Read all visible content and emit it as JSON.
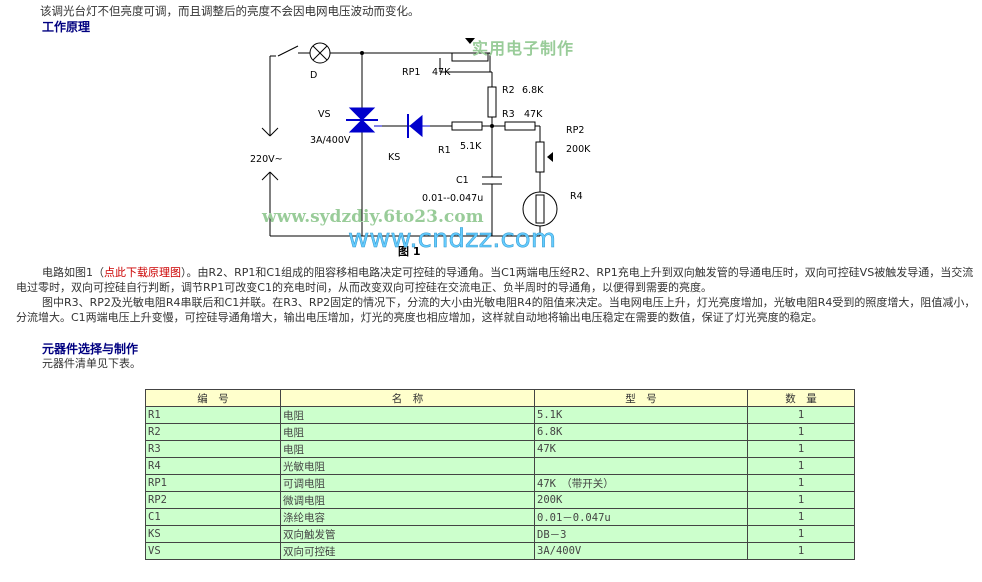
{
  "intro": "该调光台灯不但亮度可调，而且调整后的亮度不会因电网电压波动而变化。",
  "heading_principle": "工作原理",
  "diagram": {
    "watermark_top": "实用电子制作",
    "watermark_mid": "www.sydzdiy.6to23.com",
    "watermark_big": "www.cndzz.com",
    "caption": "图 1",
    "labels": {
      "D": "D",
      "RP1": "RP1",
      "RP1_val": "47K",
      "R2": "R2",
      "R2_val": "6.8K",
      "R3": "R3",
      "R3_val": "47K",
      "RP2": "RP2",
      "RP2_val": "200K",
      "VS": "VS",
      "VS_val": "3A/400V",
      "KS": "KS",
      "R1": "R1",
      "R1_val": "5.1K",
      "C1": "C1",
      "C1_val": "0.01--0.047u",
      "R4": "R4",
      "V220": "220V~"
    }
  },
  "para1": {
    "pre": "电路如图1（",
    "link": "点此下载原理图",
    "post": "）。由R2、RP1和C1组成的阻容移相电路决定可控硅的导通角。当C1两端电压经R2、RP1充电上升到双向触发管的导通电压时，双向可控硅VS被触发导通，当交流电过零时，双向可控硅自行判断，调节RP1可改变C1的充电时间，从而改变双向可控硅在交流电正、负半周时的导通角，以便得到需要的亮度。"
  },
  "para2": "图中R3、RP2及光敏电阻R4串联后和C1并联。在R3、RP2固定的情况下，分流的大小由光敏电阻R4的阻值来决定。当电网电压上升，灯光亮度增加，光敏电阻R4受到的照度增大，阻值减小，分流增大。C1两端电压上升变慢，可控硅导通角增大，输出电压增加，灯光的亮度也相应增加，这样就自动地将输出电压稳定在需要的数值，保证了灯光亮度的稳定。",
  "heading_parts": "元器件选择与制作",
  "table_intro": "元器件清单见下表。",
  "table": {
    "headers": [
      "编　号",
      "名　称",
      "型　号",
      "数　量"
    ],
    "rows": [
      [
        "R1",
        "电阻",
        "5.1K",
        "1"
      ],
      [
        "R2",
        "电阻",
        "6.8K",
        "1"
      ],
      [
        "R3",
        "电阻",
        "47K",
        "1"
      ],
      [
        "R4",
        "光敏电阻",
        "",
        "1"
      ],
      [
        "RP1",
        "可调电阻",
        "47K　（带开关）",
        "1"
      ],
      [
        "RP2",
        "微调电阻",
        "200K",
        "1"
      ],
      [
        "C1",
        "涤纶电容",
        "0.01－0.047u",
        "1"
      ],
      [
        "KS",
        "双向触发管",
        "DB－3",
        "1"
      ],
      [
        "VS",
        "双向可控硅",
        "3A/400V",
        "1"
      ]
    ]
  }
}
